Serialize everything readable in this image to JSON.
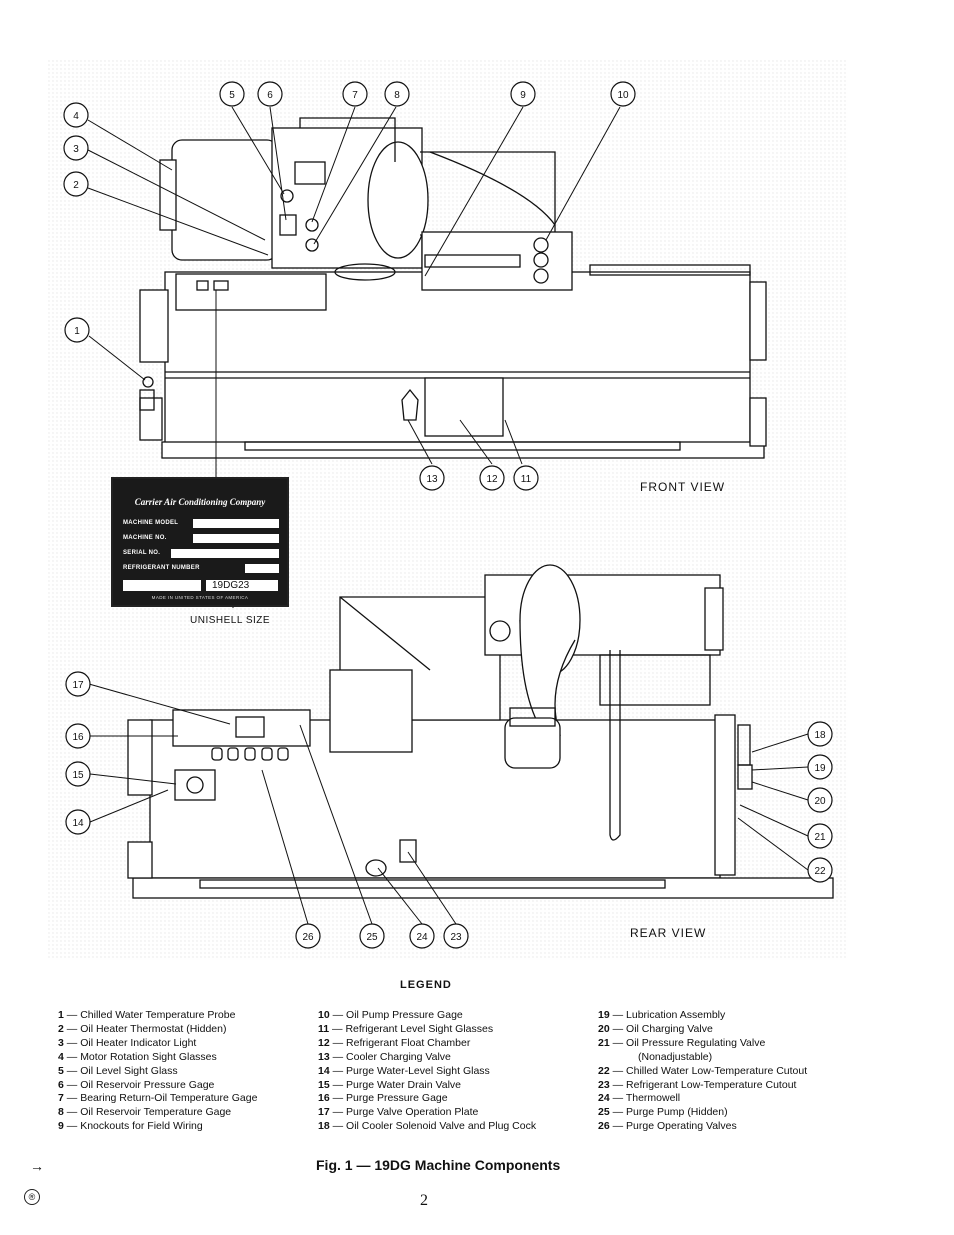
{
  "figure": {
    "caption": "Fig. 1 — 19DG Machine Components",
    "page_number": "2",
    "front_view_label": "FRONT VIEW",
    "rear_view_label": "REAR VIEW",
    "front_callouts": [
      "1",
      "2",
      "3",
      "4",
      "5",
      "6",
      "7",
      "8",
      "9",
      "10",
      "11",
      "12",
      "13"
    ],
    "rear_callouts": [
      "14",
      "15",
      "16",
      "17",
      "18",
      "19",
      "20",
      "21",
      "22",
      "23",
      "24",
      "25",
      "26"
    ]
  },
  "nameplate": {
    "company": "Carrier Air Conditioning Company",
    "fields": [
      "MACHINE MODEL",
      "MACHINE NO.",
      "SERIAL NO.",
      "REFRIGERANT NUMBER"
    ],
    "size_value": "19DG23",
    "footer": "MADE IN UNITED STATES OF AMERICA",
    "unishell_label": "UNISHELL SIZE"
  },
  "legend": {
    "title": "LEGEND",
    "items": [
      {
        "num": "1",
        "text": "Chilled Water Temperature Probe"
      },
      {
        "num": "2",
        "text": "Oil Heater Thermostat (Hidden)"
      },
      {
        "num": "3",
        "text": "Oil Heater Indicator Light"
      },
      {
        "num": "4",
        "text": "Motor Rotation Sight Glasses"
      },
      {
        "num": "5",
        "text": "Oil Level Sight Glass"
      },
      {
        "num": "6",
        "text": "Oil Reservoir Pressure Gage"
      },
      {
        "num": "7",
        "text": "Bearing Return-Oil Temperature Gage"
      },
      {
        "num": "8",
        "text": "Oil Reservoir Temperature Gage"
      },
      {
        "num": "9",
        "text": "Knockouts for Field Wiring"
      },
      {
        "num": "10",
        "text": "Oil Pump Pressure Gage"
      },
      {
        "num": "11",
        "text": "Refrigerant Level Sight Glasses"
      },
      {
        "num": "12",
        "text": "Refrigerant Float Chamber"
      },
      {
        "num": "13",
        "text": "Cooler Charging Valve"
      },
      {
        "num": "14",
        "text": "Purge Water-Level Sight Glass"
      },
      {
        "num": "15",
        "text": "Purge Water Drain Valve"
      },
      {
        "num": "16",
        "text": "Purge Pressure Gage"
      },
      {
        "num": "17",
        "text": "Purge Valve Operation Plate"
      },
      {
        "num": "18",
        "text": "Oil Cooler Solenoid Valve and Plug Cock"
      },
      {
        "num": "19",
        "text": "Lubrication Assembly"
      },
      {
        "num": "20",
        "text": "Oil Charging Valve"
      },
      {
        "num": "21",
        "text": "Oil Pressure Regulating Valve"
      },
      {
        "num": "",
        "text": "(Nonadjustable)"
      },
      {
        "num": "22",
        "text": "Chilled Water Low-Temperature Cutout"
      },
      {
        "num": "23",
        "text": "Refrigerant Low-Temperature Cutout"
      },
      {
        "num": "24",
        "text": "Thermowell"
      },
      {
        "num": "25",
        "text": "Purge Pump (Hidden)"
      },
      {
        "num": "26",
        "text": "Purge Operating Valves"
      }
    ]
  },
  "colors": {
    "ink": "#111111",
    "paper": "#ffffff"
  }
}
